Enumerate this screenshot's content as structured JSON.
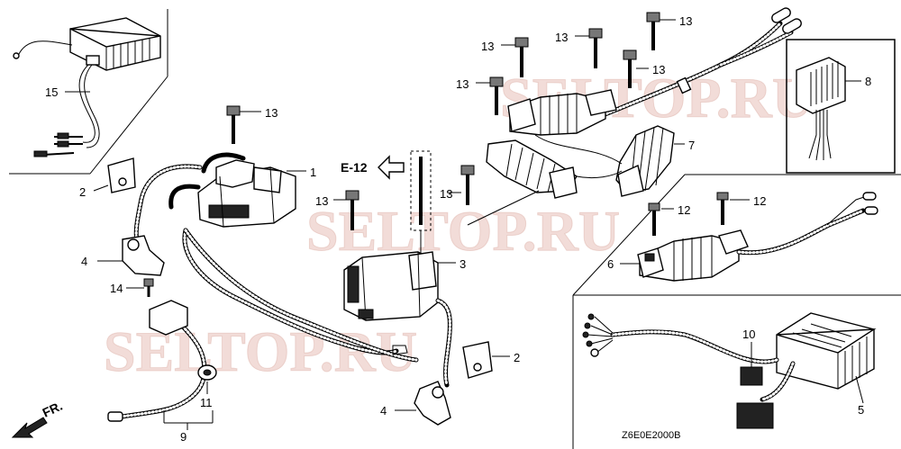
{
  "watermark": "SELTOP.RU",
  "direction_label": "FR.",
  "reference_label": "E-12",
  "diagram_code": "Z6E0E2000B",
  "callouts": {
    "c1": "1",
    "c2a": "2",
    "c2b": "2",
    "c3": "3",
    "c4a": "4",
    "c4b": "4",
    "c5": "5",
    "c6": "6",
    "c7": "7",
    "c8": "8",
    "c9": "9",
    "c10": "10",
    "c11": "11",
    "c12a": "12",
    "c12b": "12",
    "c13a": "13",
    "c13b": "13",
    "c13c": "13",
    "c13d": "13",
    "c13e": "13",
    "c13f": "13",
    "c13g": "13",
    "c13h": "13",
    "c14": "14",
    "c15": "15"
  }
}
